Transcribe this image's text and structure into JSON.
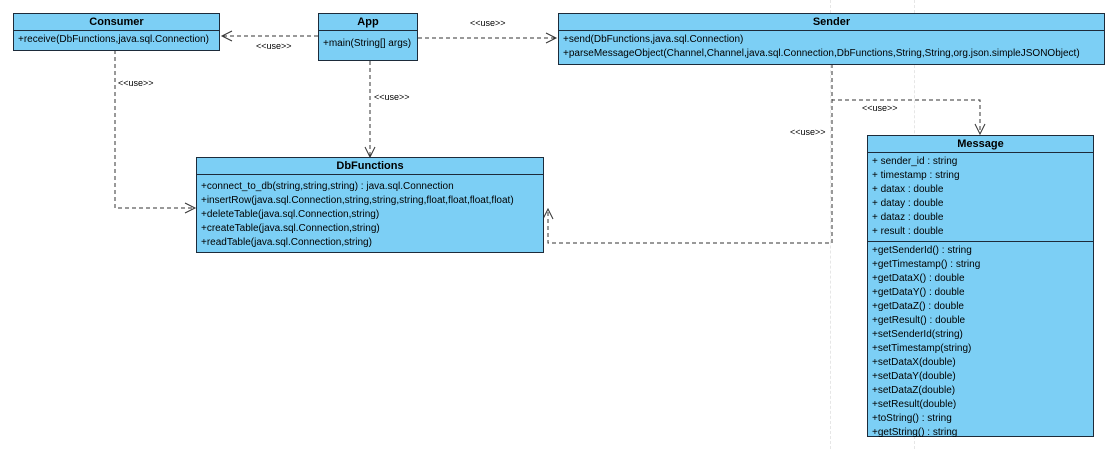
{
  "diagram": {
    "classes": {
      "consumer": {
        "name": "Consumer",
        "methods": [
          "+receive(DbFunctions,java.sql.Connection)"
        ]
      },
      "app": {
        "name": "App",
        "methods": [
          "+main(String[] args)"
        ]
      },
      "sender": {
        "name": "Sender",
        "methods": [
          "+send(DbFunctions,java.sql.Connection)",
          "+parseMessageObject(Channel,Channel,java.sql.Connection,DbFunctions,String,String,org.json.simpleJSONObject)"
        ]
      },
      "dbfunctions": {
        "name": "DbFunctions",
        "methods": [
          "+connect_to_db(string,string,string) : java.sql.Connection",
          "+insertRow(java.sql.Connection,string,string,string,float,float,float,float)",
          "+deleteTable(java.sql.Connection,string)",
          "+createTable(java.sql.Connection,string)",
          "+readTable(java.sql.Connection,string)"
        ]
      },
      "message": {
        "name": "Message",
        "attributes": [
          "+ sender_id : string",
          "+ timestamp : string",
          "+ datax : double",
          "+ datay : double",
          "+ dataz : double",
          "+ result : double"
        ],
        "methods": [
          "+getSenderId() : string",
          "+getTimestamp() : string",
          "+getDataX() : double",
          "+getDataY() : double",
          "+getDataZ() : double",
          "+getResult() : double",
          "+setSenderId(string)",
          "+setTimestamp(string)",
          "+setDataX(double)",
          "+setDataY(double)",
          "+setDataZ(double)",
          "+setResult(double)",
          "+toString() : string",
          "+getString() : string"
        ]
      }
    },
    "edges": {
      "app_consumer": "<<use>>",
      "app_sender": "<<use>>",
      "app_dbfunctions": "<<use>>",
      "consumer_dbfunctions": "<<use>>",
      "sender_message": "<<use>>",
      "sender_dbfunctions": "<<use>>"
    },
    "colors": {
      "class_fill": "#7ccff5",
      "class_border": "#1d2b3a",
      "edge": "#333333"
    }
  }
}
